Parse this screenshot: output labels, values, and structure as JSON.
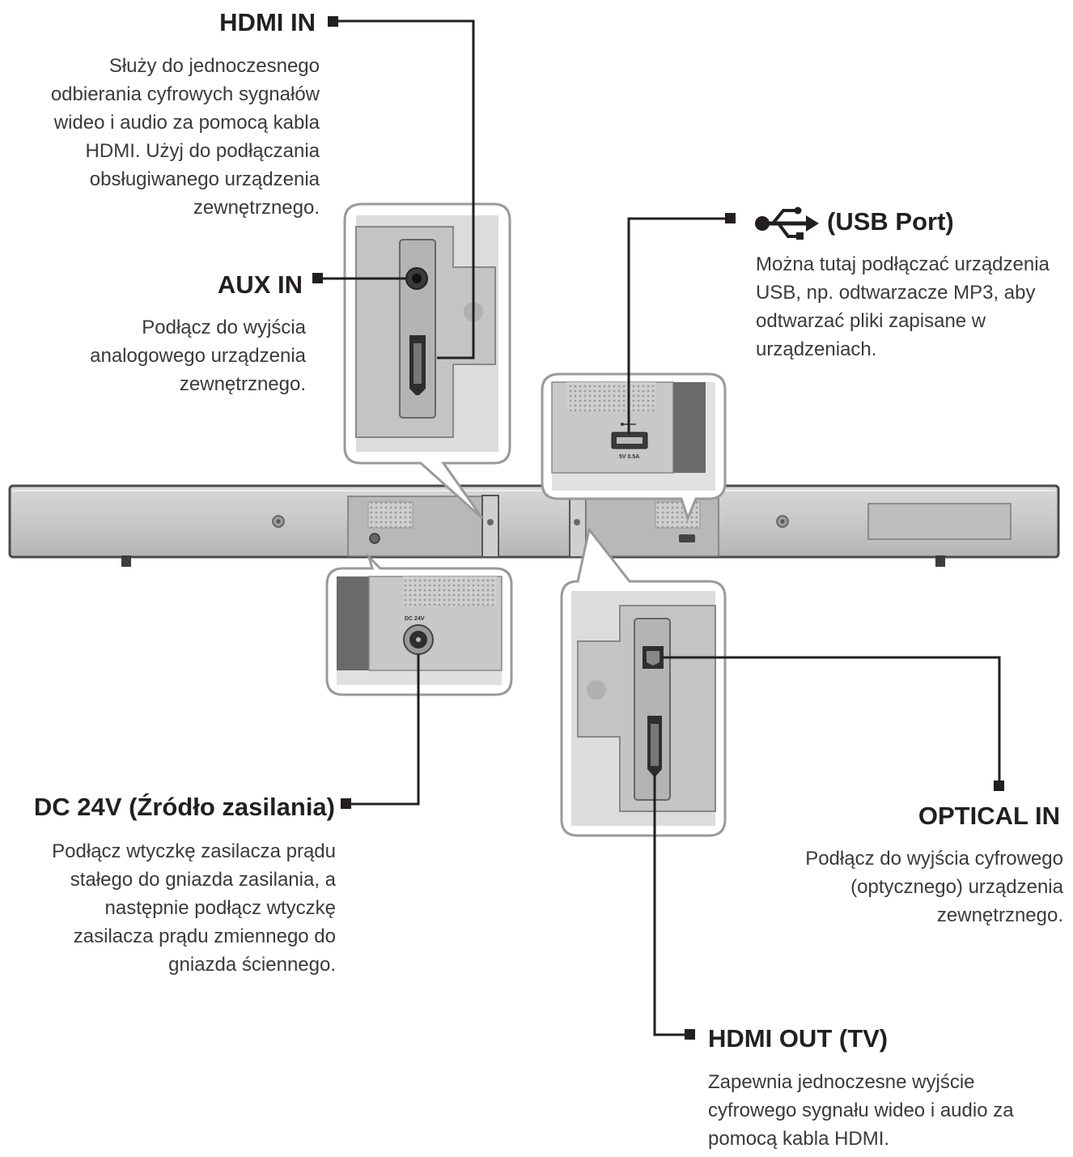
{
  "labels": {
    "hdmi_in": {
      "title": "HDMI IN",
      "desc": "Służy do jednoczesnego\nodbierania cyfrowych sygnałów\nwideo i audio za pomocą kabla\nHDMI. Użyj do podłączania\nobsługiwanego urządzenia\nzewnętrznego."
    },
    "aux_in": {
      "title": "AUX IN",
      "desc": "Podłącz do wyjścia\nanalogowego urządzenia\nzewnętrznego."
    },
    "usb": {
      "title": "(USB Port)",
      "desc": "Można tutaj podłączać urządzenia\nUSB, np. odtwarzacze MP3, aby\nodtwarzać pliki zapisane w\nurządzeniach."
    },
    "dc": {
      "title": "DC 24V (Źródło zasilania)",
      "desc": "Podłącz wtyczkę zasilacza prądu\nstałego do gniazda zasilania, a\nnastępnie podłącz wtyczkę\nzasilacza prądu zmiennego do\ngniazda ściennego."
    },
    "optical": {
      "title": "OPTICAL IN",
      "desc": "Podłącz do wyjścia cyfrowego\n(optycznego) urządzenia\nzewnętrznego."
    },
    "hdmi_out": {
      "title": "HDMI OUT (TV)",
      "desc": "Zapewnia jednoczesne wyjście\ncyfrowego sygnału wideo i audio za\npomocą kabla HDMI."
    }
  },
  "port_markings": {
    "dc": "DC 24V",
    "usb": "5V 0.5A"
  },
  "icons": {
    "usb_symbol": "usb-trident-icon"
  },
  "colors": {
    "line": "#231f20",
    "device_fill": "#c9c9c9",
    "device_dark": "#8e8e8e",
    "callout_border": "#9a9a9a"
  }
}
